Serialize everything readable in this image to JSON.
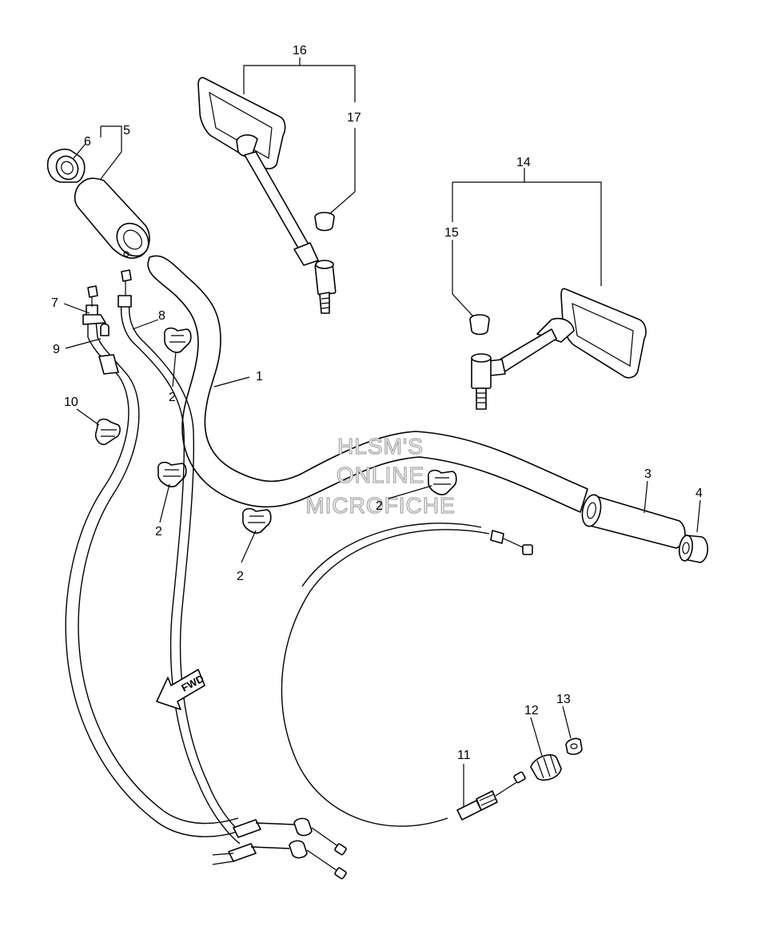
{
  "diagram": {
    "type": "exploded-parts-diagram",
    "callouts": [
      {
        "id": "c1",
        "label": "1"
      },
      {
        "id": "c2a",
        "label": "2"
      },
      {
        "id": "c2b",
        "label": "2"
      },
      {
        "id": "c2c",
        "label": "2"
      },
      {
        "id": "c2d",
        "label": "2"
      },
      {
        "id": "c3",
        "label": "3"
      },
      {
        "id": "c4",
        "label": "4"
      },
      {
        "id": "c5",
        "label": "5"
      },
      {
        "id": "c6",
        "label": "6"
      },
      {
        "id": "c7",
        "label": "7"
      },
      {
        "id": "c8",
        "label": "8"
      },
      {
        "id": "c9",
        "label": "9"
      },
      {
        "id": "c10",
        "label": "10"
      },
      {
        "id": "c11",
        "label": "11"
      },
      {
        "id": "c12",
        "label": "12"
      },
      {
        "id": "c13",
        "label": "13"
      },
      {
        "id": "c14",
        "label": "14"
      },
      {
        "id": "c15",
        "label": "15"
      },
      {
        "id": "c16",
        "label": "16"
      },
      {
        "id": "c17",
        "label": "17"
      }
    ],
    "watermark": [
      "HLSM'S",
      "ONLINE",
      "MICROFICHE"
    ],
    "direction_marker": "FWD"
  }
}
